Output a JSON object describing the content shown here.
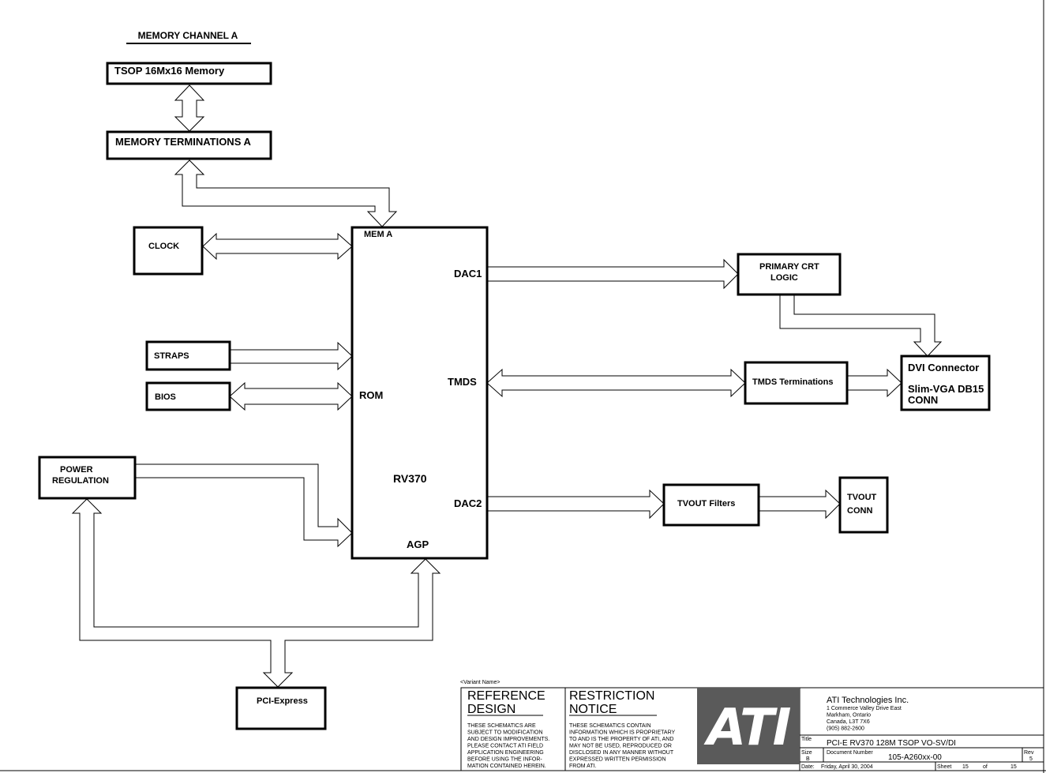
{
  "diagram": {
    "memory_channel_title": "MEMORY CHANNEL A",
    "blocks": {
      "tsop_memory": "TSOP 16Mx16 Memory",
      "memory_terminations": "MEMORY TERMINATIONS A",
      "clock": "CLOCK",
      "straps": "STRAPS",
      "bios": "BIOS",
      "power_regulation": [
        "POWER",
        "REGULATION"
      ],
      "pci_express": "PCI-Express",
      "primary_crt_logic": [
        "PRIMARY CRT",
        "LOGIC"
      ],
      "tmds_terminations": "TMDS Terminations",
      "dvi_connector": [
        "DVI Connector",
        "Slim-VGA DB15",
        "CONN"
      ],
      "tvout_filters": "TVOUT Filters",
      "tvout_conn": [
        "TVOUT",
        "CONN"
      ]
    },
    "gpu": {
      "name": "RV370",
      "pins": {
        "mem_a": "MEM A",
        "dac1": "DAC1",
        "tmds": "TMDS",
        "rom": "ROM",
        "dac2": "DAC2",
        "agp": "AGP"
      }
    }
  },
  "title_block": {
    "variant_name": "<Variant Name>",
    "reference_design": {
      "heading": [
        "REFERENCE",
        "DESIGN"
      ],
      "text": [
        "THESE SCHEMATICS ARE",
        "SUBJECT TO MODIFICATION",
        "AND DESIGN IMPROVEMENTS.",
        "PLEASE CONTACT ATI FIELD",
        "APPLICATION ENGINEERING",
        "BEFORE USING THE INFOR-",
        "MATION CONTAINED HEREIN."
      ]
    },
    "restriction_notice": {
      "heading": [
        "RESTRICTION",
        "NOTICE"
      ],
      "text": [
        "THESE SCHEMATICS CONTAIN",
        "INFORMATION WHICH IS PROPRIETARY",
        "TO AND IS THE PROPERTY OF ATI, AND",
        "MAY NOT BE USED, REPRODUCED OR",
        "DISCLOSED IN ANY MANNER WITHOUT",
        "EXPRESSED WRITTEN PERMISSION",
        "FROM ATI."
      ]
    },
    "logo_text": "ATI",
    "company": {
      "name": "ATI Technologies Inc.",
      "address": [
        "1 Commerce Valley Drive East",
        "Markham, Ontario",
        "Canada, L3T 7X6",
        "(905) 882-2600"
      ]
    },
    "title_label": "Title",
    "title": "PCI-E RV370 128M TSOP VO-SV/DI",
    "size_label": "Size",
    "size": "B",
    "document_number_label": "Document Number",
    "document_number": "105-A260xx-00",
    "rev_label": "Rev",
    "rev": "5",
    "date_label": "Date:",
    "date": "Friday, April 30, 2004",
    "sheet_label": "Sheet",
    "sheet": "15",
    "of_label": "of",
    "sheet_total": "15"
  }
}
